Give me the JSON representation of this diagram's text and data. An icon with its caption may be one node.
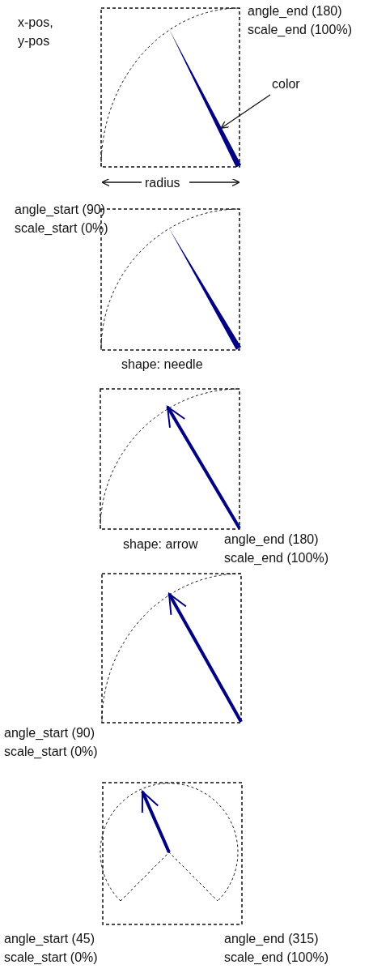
{
  "diagram": {
    "nodes": [
      {
        "text": [
          "color"
        ]
      },
      {
        "text": [],
        "shape": "needle"
      },
      {
        "text": [],
        "shape": "needle"
      }
    ],
    "edges": [
      {
        "from": 0,
        "to": 1,
        "arrow": "to"
      }
    ],
    "labels": [
      "x-pos, y-pos",
      "angle_end (180) scale_end (100%)",
      "radius",
      "angle_start (90) scale_start (0%)",
      "shape: needle",
      "shape: arrow",
      "angle_end (180) scale_end (100%)",
      "angle_start (90) scale_start (0%)",
      "angle_start (45) scale_start (0%)",
      "angle_end (315) scale_end (100%)"
    ]
  }
}
